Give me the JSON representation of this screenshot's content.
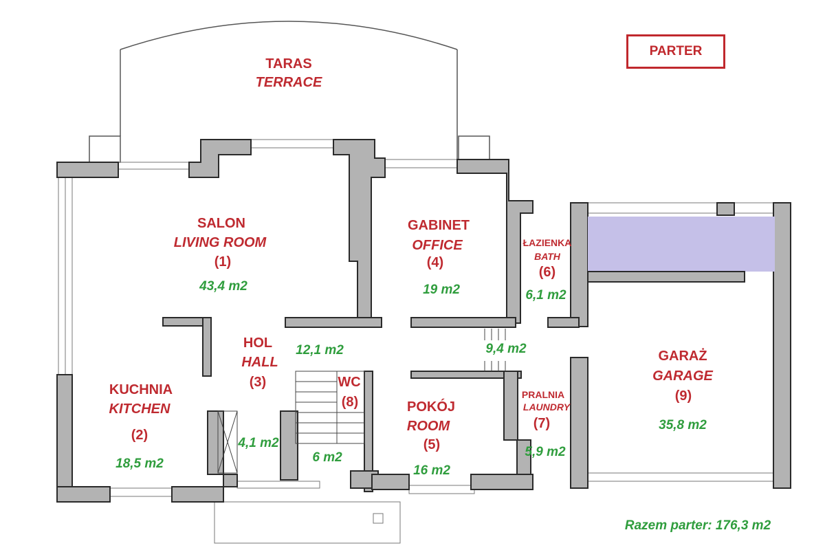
{
  "title_badge": "PARTER",
  "colors": {
    "label": "#bf2a30",
    "area": "#2f9d3d",
    "wall": "#b3b3b3",
    "garage_highlight": "#c5c0e8"
  },
  "terrace": {
    "name_pl": "TARAS",
    "name_en": "TERRACE"
  },
  "rooms": [
    {
      "name_pl": "SALON",
      "name_en": "LIVING ROOM",
      "number": "(1)",
      "area": "43,4 m2"
    },
    {
      "name_pl": "KUCHNIA",
      "name_en": "KITCHEN",
      "number": "(2)",
      "area": "18,5 m2"
    },
    {
      "name_pl": "HOL",
      "name_en": "HALL",
      "number": "(3)",
      "area": "12,1 m2"
    },
    {
      "name_pl": "GABINET",
      "name_en": "OFFICE",
      "number": "(4)",
      "area": "19 m2"
    },
    {
      "name_pl": "POKÓJ",
      "name_en": "ROOM",
      "number": "(5)",
      "area": "16 m2"
    },
    {
      "name_pl": "ŁAZIENKA",
      "name_en": "BATH",
      "number": "(6)",
      "area": "6,1 m2"
    },
    {
      "name_pl": "PRALNIA",
      "name_en": "LAUNDRY",
      "number": "(7)",
      "area": "5,9 m2"
    },
    {
      "name_pl": "WC",
      "name_en": "",
      "number": "(8)",
      "area": "6 m2"
    },
    {
      "name_pl": "GARAŻ",
      "name_en": "GARAGE",
      "number": "(9)",
      "area": "35,8 m2"
    }
  ],
  "extra_areas": {
    "closet": "4,1 m2",
    "corridor": "9,4 m2"
  },
  "total": "Razem parter: 176,3 m2"
}
